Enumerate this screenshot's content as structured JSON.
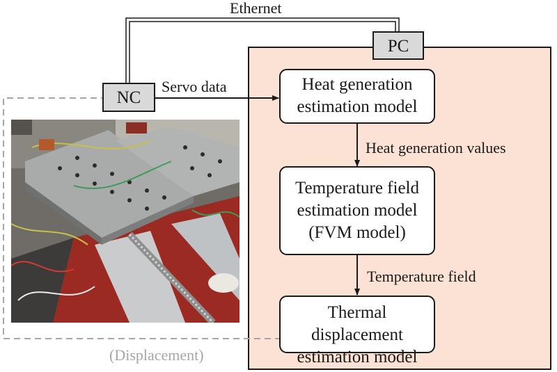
{
  "labels": {
    "ethernet": "Ethernet",
    "pc": "PC",
    "nc": "NC",
    "servo_data": "Servo data",
    "heat_values": "Heat generation values",
    "temperature_field": "Temperature field",
    "displacement": "(Displacement)"
  },
  "boxes": {
    "heat_model": [
      "Heat generation",
      "estimation model"
    ],
    "temperature_model": [
      "Temperature field",
      "estimation model",
      "(FVM model)"
    ],
    "thermal_model": [
      "Thermal displacement",
      "estimation model"
    ]
  },
  "colors": {
    "pc_panel_fill": "#fbe2d5",
    "nc_fill": "#d9d9d9",
    "box_fill": "#ffffff",
    "dashed_line": "#a6a6a6",
    "line": "#1a1a1a",
    "machine_red": "#9b2a22"
  },
  "photo": {
    "icon": "machine-tool-test-bench-photo"
  }
}
